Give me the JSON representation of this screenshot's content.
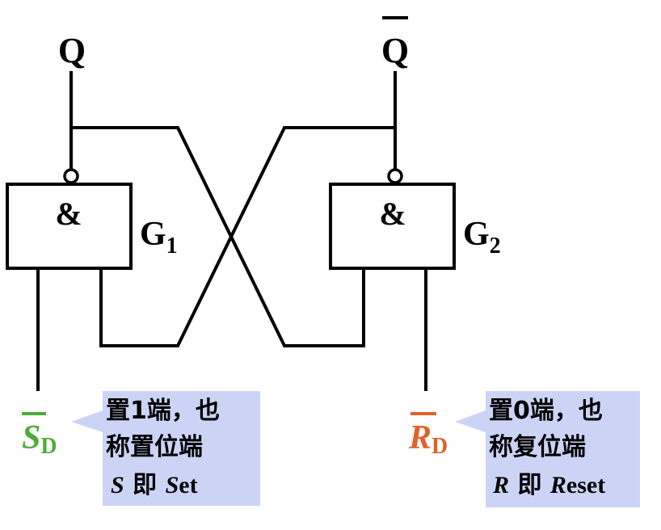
{
  "outputs": {
    "q": "Q",
    "q_bar": "Q"
  },
  "gates": {
    "g1": {
      "symbol": "&",
      "name": "G",
      "subscript": "1"
    },
    "g2": {
      "symbol": "&",
      "name": "G",
      "subscript": "2"
    }
  },
  "inputs": {
    "set": {
      "letter": "S",
      "subscript": "D",
      "color": "#4cae37"
    },
    "reset": {
      "letter": "R",
      "subscript": "D",
      "color": "#e0622a"
    }
  },
  "callouts": {
    "set": {
      "line1": "置1端，也",
      "line2": "称置位端",
      "line3_a": "S",
      "line3_b": " 即 ",
      "line3_c": "S",
      "line3_d": "et"
    },
    "reset": {
      "line1": "置0端，也",
      "line2": "称复位端",
      "line3_a": "R",
      "line3_b": " 即 ",
      "line3_c": "R",
      "line3_d": "eset"
    }
  },
  "colors": {
    "wire": "#000000",
    "callout_bg": "#ccd4f5"
  }
}
